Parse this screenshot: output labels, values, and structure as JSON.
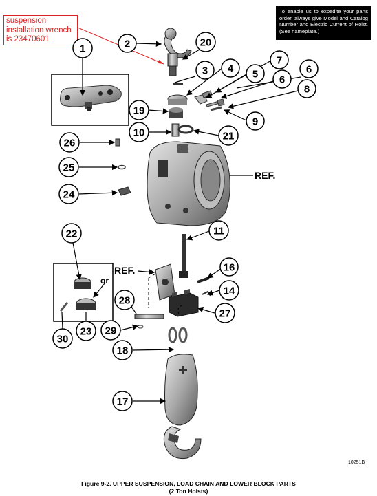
{
  "notice": "To enable us to expedite your parts order, always give Model and Catalog Number and Electric Current of Hoist. (See nameplate.)",
  "annotation": {
    "lines": [
      "suspension",
      "installation wrench",
      "is 23470601"
    ],
    "color": "#d22222"
  },
  "callouts": {
    "c1": "1",
    "c2": "2",
    "c3": "3",
    "c4": "4",
    "c5": "5",
    "c6a": "6",
    "c6b": "6",
    "c7": "7",
    "c8": "8",
    "c9": "9",
    "c10": "10",
    "c11": "11",
    "c14": "14",
    "c16": "16",
    "c17": "17",
    "c18": "18",
    "c19": "19",
    "c20": "20",
    "c21": "21",
    "c22": "22",
    "c23": "23",
    "c24": "24",
    "c25": "25",
    "c26": "26",
    "c27": "27",
    "c28": "28",
    "c29": "29",
    "c30": "30"
  },
  "ref_labels": {
    "ref_top": "REF.",
    "ref_bottom": "REF."
  },
  "or_label": "or",
  "image_id": "10251B",
  "caption": {
    "line1": "Figure 9-2. UPPER SUSPENSION, LOAD CHAIN AND LOWER BLOCK PARTS",
    "line2": "(2 Ton Hoists)"
  }
}
